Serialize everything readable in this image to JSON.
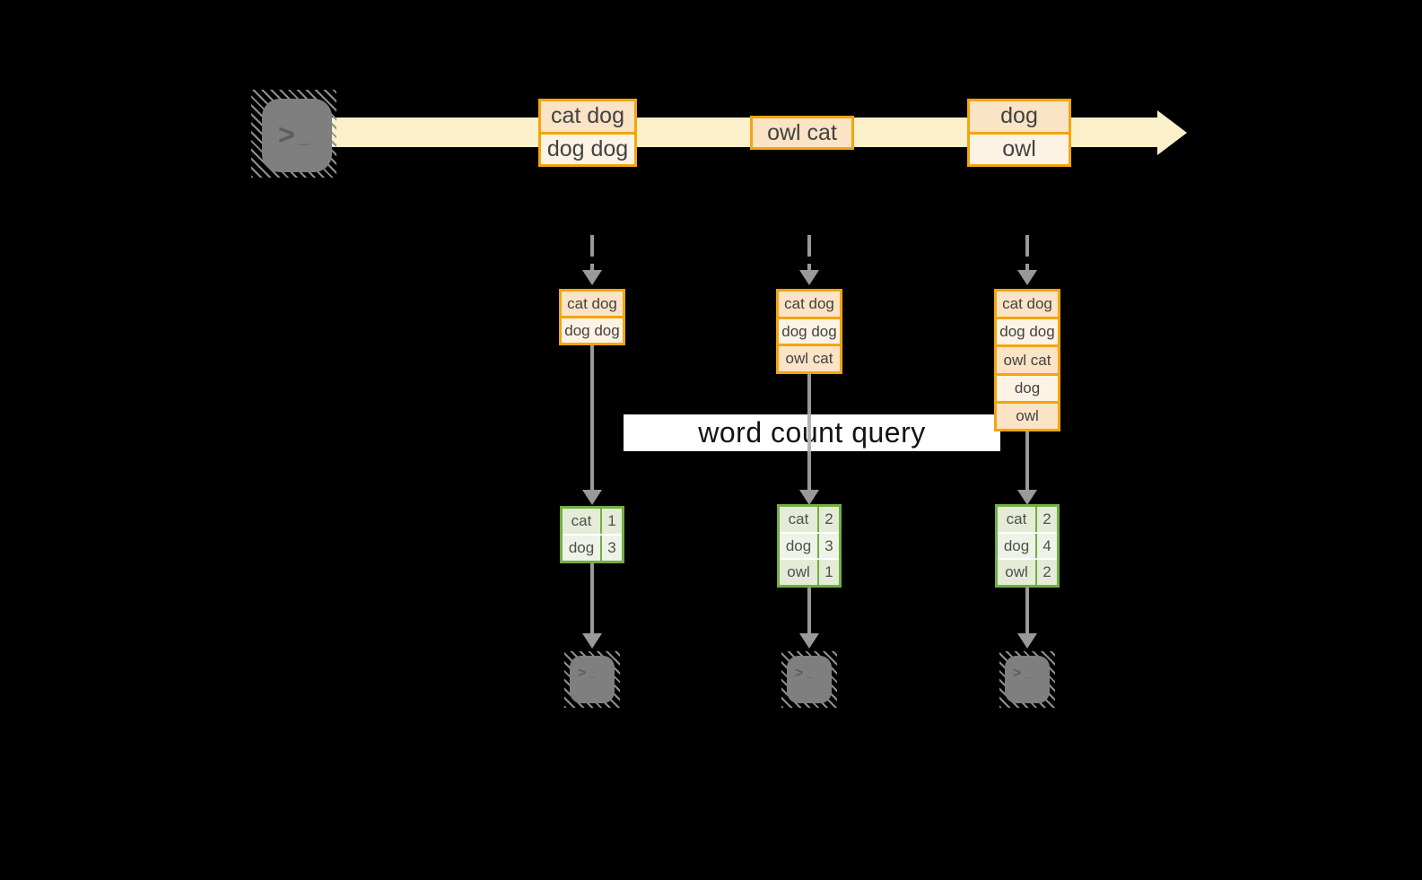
{
  "diagram": {
    "query_label": "word count query",
    "timeline_events": [
      {
        "records": [
          "cat dog",
          "dog dog"
        ]
      },
      {
        "records": [
          "owl cat"
        ]
      },
      {
        "records": [
          "dog",
          "owl"
        ]
      }
    ],
    "pipelines": [
      {
        "buffer": [
          "cat dog",
          "dog dog"
        ],
        "counts": [
          {
            "word": "cat",
            "count": 1
          },
          {
            "word": "dog",
            "count": 3
          }
        ]
      },
      {
        "buffer": [
          "cat dog",
          "dog dog",
          "owl cat"
        ],
        "counts": [
          {
            "word": "cat",
            "count": 2
          },
          {
            "word": "dog",
            "count": 3
          },
          {
            "word": "owl",
            "count": 1
          }
        ]
      },
      {
        "buffer": [
          "cat dog",
          "dog dog",
          "owl cat",
          "dog",
          "owl"
        ],
        "counts": [
          {
            "word": "cat",
            "count": 2
          },
          {
            "word": "dog",
            "count": 4
          },
          {
            "word": "owl",
            "count": 2
          }
        ]
      }
    ]
  },
  "icons": {
    "source": "terminal-icon",
    "sink": "terminal-icon",
    "prompt_chevron": ">",
    "prompt_underscore": "_"
  },
  "colors": {
    "background": "#000000",
    "stream_band": "#fbf0c9",
    "record_border": "#f2a50e",
    "record_fill_peach": "#fbe3c5",
    "record_fill_cream": "#fdf3e4",
    "arrow_gray": "#999999",
    "table_border_green": "#72ae43",
    "table_fill_dark": "#e4ecd8",
    "table_fill_light": "#eef3e8",
    "query_label_bg": "#ffffff",
    "terminal_gray": "#7f7f7f"
  }
}
